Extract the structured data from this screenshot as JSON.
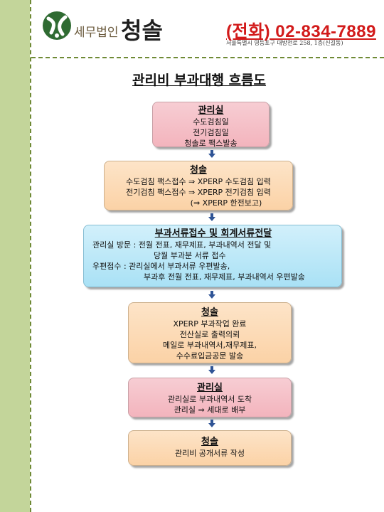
{
  "header": {
    "firm_type": "세무법인",
    "firm_name": "청솔",
    "phone": "(전화) 02-834-7889",
    "address": "서울특별시 영등포구 대방천로 258, 1층(신길동)"
  },
  "title": "관리비 부과대행 흐름도",
  "colors": {
    "sidebar": "#c3d59a",
    "pink": "#f3b4bd",
    "peach": "#fbd2a6",
    "blue": "#a9e1f5",
    "phone": "#d21a1a",
    "arrow": "#2f5496"
  },
  "steps": [
    {
      "heading": "관리실",
      "lines": [
        "수도검침일",
        "전기검침일",
        "청솔로 팩스발송"
      ]
    },
    {
      "heading": "청솔",
      "lines": [
        "수도검침 팩스접수 ⇒ XPERP 수도검침 입력",
        "전기검침 팩스접수 ⇒ XPERP 전기검침 입력",
        "(⇒ XPERP 한전보고)"
      ]
    },
    {
      "heading": "부과서류접수 및 회계서류전달",
      "lines": [
        "관리실 방문 : 전월 전표, 재무제표, 부과내역서 전달 및",
        "당월 부과분 서류 접수",
        "우편접수 : 관리실에서 부과서류 우편발송,",
        "부과후  전월 전표, 재무제표, 부과내역서 우편발송"
      ]
    },
    {
      "heading": "청솔",
      "lines": [
        "XPERP 부과작업 완료",
        "전산실로 출력의뢰",
        "메일로 부과내역서,재무제표,",
        "수수료입금공문 발송"
      ]
    },
    {
      "heading": "관리실",
      "lines": [
        "관리실로 부과내역서 도착",
        "관리실 ⇒ 세대로 배부"
      ]
    },
    {
      "heading": "청솔",
      "lines": [
        "관리비 공개서류 작성"
      ]
    }
  ]
}
